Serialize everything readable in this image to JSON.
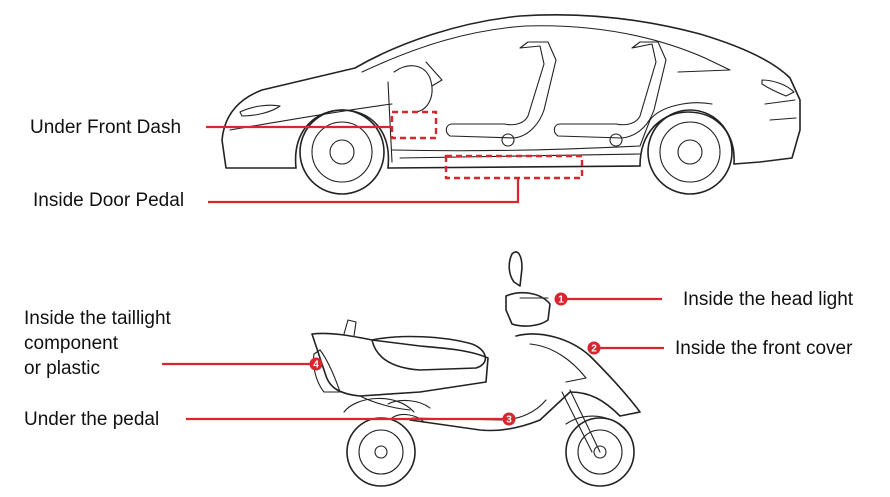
{
  "car": {
    "label_dash": "Under Front Dash",
    "label_door": "Inside Door Pedal"
  },
  "scooter": {
    "label_headlight": "Inside the head light",
    "label_front_cover": "Inside the front cover",
    "label_taillight_line1": "Inside the taillight",
    "label_taillight_line2": "component",
    "label_taillight_line3": "or plastic",
    "label_pedal": "Under the pedal",
    "marker_1": "1",
    "marker_2": "2",
    "marker_3": "3",
    "marker_4": "4"
  },
  "colors": {
    "accent": "#d7262e",
    "outline": "#222222"
  }
}
